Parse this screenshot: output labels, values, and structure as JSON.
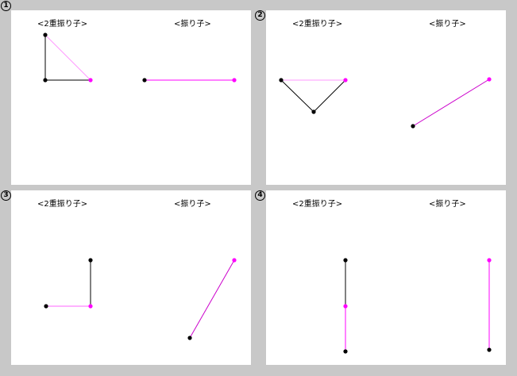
{
  "labels": {
    "double_pendulum": "<2重振り子>",
    "pendulum": "<振り子>"
  },
  "colors": {
    "background": "#c8c8c8",
    "panel": "#ffffff",
    "black_link": "#000000",
    "magenta_link": "#ff00ff",
    "magenta_point": "#ff00ff",
    "light_magenta_link": "#ff99ff"
  },
  "panels": [
    {
      "number": "1"
    },
    {
      "number": "2"
    },
    {
      "number": "3"
    },
    {
      "number": "4"
    }
  ]
}
